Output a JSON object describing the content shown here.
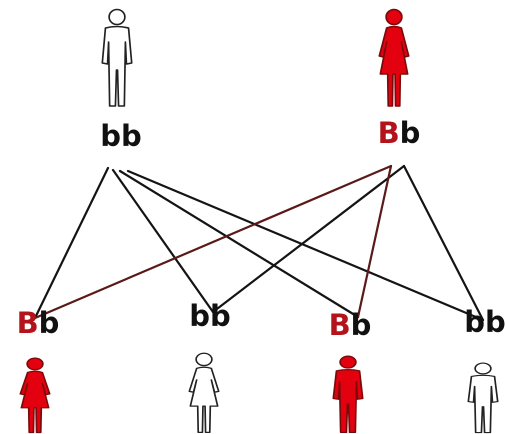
{
  "colors": {
    "dominant": "#b3141b",
    "recessive": "#111111",
    "female_fill": "#e3000f",
    "male_fill_affected": "#e3000f",
    "unaffected_fill": "#ffffff",
    "outline": "#222222",
    "line_from_recessive_parent": "#141414",
    "line_from_dominant_allele": "#5a1a1a"
  },
  "parents": [
    {
      "id": "father",
      "sex": "male",
      "affected": false,
      "icon": "male-person-icon",
      "alleles": [
        {
          "letter": "b",
          "kind": "recessive"
        },
        {
          "letter": "b",
          "kind": "recessive"
        }
      ]
    },
    {
      "id": "mother",
      "sex": "female",
      "affected": true,
      "icon": "female-person-icon",
      "alleles": [
        {
          "letter": "B",
          "kind": "dominant"
        },
        {
          "letter": "b",
          "kind": "recessive"
        }
      ]
    }
  ],
  "offspring": [
    {
      "id": "child-1",
      "sex": "female",
      "affected": true,
      "icon": "female-person-icon",
      "alleles": [
        {
          "letter": "B",
          "kind": "dominant"
        },
        {
          "letter": "b",
          "kind": "recessive"
        }
      ]
    },
    {
      "id": "child-2",
      "sex": "female",
      "affected": false,
      "icon": "female-person-icon",
      "alleles": [
        {
          "letter": "b",
          "kind": "recessive"
        },
        {
          "letter": "b",
          "kind": "recessive"
        }
      ]
    },
    {
      "id": "child-3",
      "sex": "male",
      "affected": true,
      "icon": "male-person-icon",
      "alleles": [
        {
          "letter": "B",
          "kind": "dominant"
        },
        {
          "letter": "b",
          "kind": "recessive"
        }
      ]
    },
    {
      "id": "child-4",
      "sex": "male",
      "affected": false,
      "icon": "male-person-icon",
      "alleles": [
        {
          "letter": "b",
          "kind": "recessive"
        },
        {
          "letter": "b",
          "kind": "recessive"
        }
      ]
    }
  ],
  "inheritance_links": [
    {
      "from": "father",
      "to": "child-1",
      "allele": "b"
    },
    {
      "from": "father",
      "to": "child-2",
      "allele": "b"
    },
    {
      "from": "father",
      "to": "child-3",
      "allele": "b"
    },
    {
      "from": "father",
      "to": "child-4",
      "allele": "b"
    },
    {
      "from": "mother",
      "to": "child-1",
      "allele": "B"
    },
    {
      "from": "mother",
      "to": "child-2",
      "allele": "b"
    },
    {
      "from": "mother",
      "to": "child-3",
      "allele": "B"
    },
    {
      "from": "mother",
      "to": "child-4",
      "allele": "b"
    }
  ]
}
